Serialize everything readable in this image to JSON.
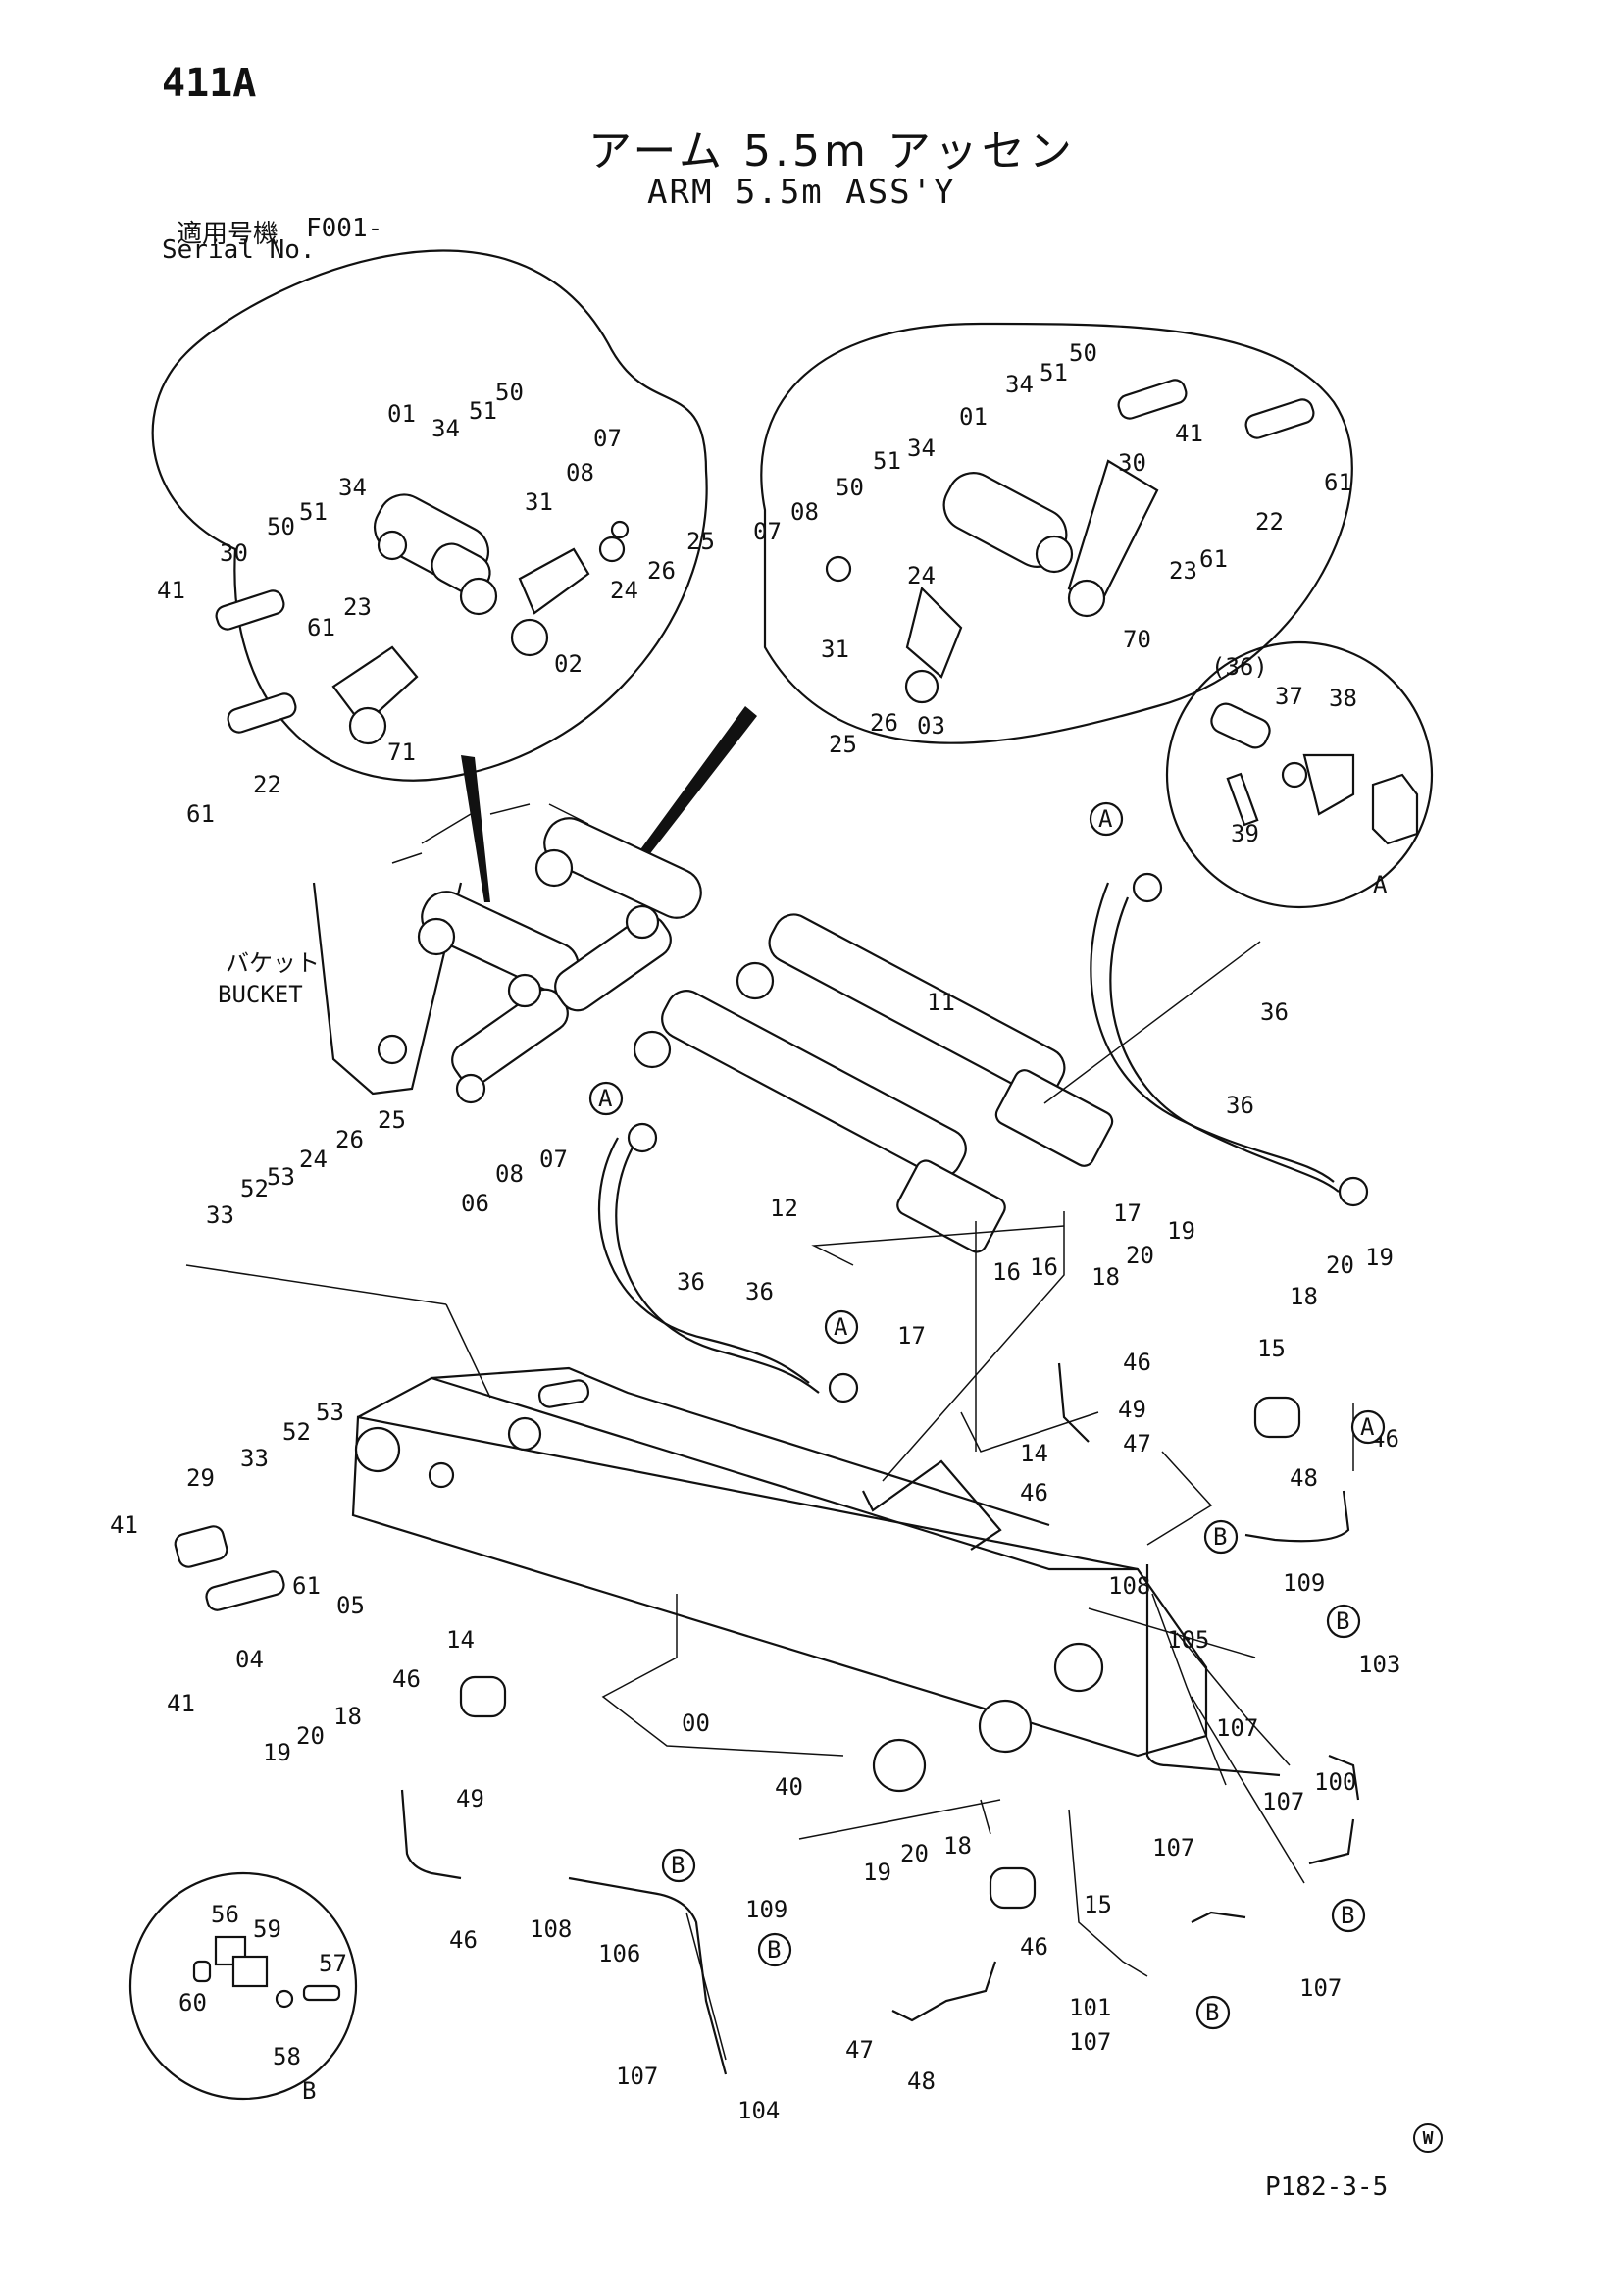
{
  "header": {
    "page_code": "411A",
    "title_jp": "アーム 5.5m アッセン",
    "title_en": "ARM 5.5m ASS'Y",
    "serial_label_jp": "適用号機",
    "serial_value": "F001-",
    "serial_label_en": "Serial No."
  },
  "footer": {
    "drawing_number": "P182-3-5",
    "mark": "W"
  },
  "diagram": {
    "bucket_label_jp": "バケット",
    "bucket_label_en": "BUCKET",
    "detail_a_label": "A",
    "detail_b_label": "B",
    "callout_a": "A",
    "callout_b": "B",
    "parts": [
      "00",
      "01",
      "02",
      "03",
      "04",
      "05",
      "06",
      "07",
      "08",
      "11",
      "12",
      "14",
      "15",
      "16",
      "17",
      "18",
      "19",
      "20",
      "22",
      "23",
      "24",
      "25",
      "26",
      "29",
      "30",
      "31",
      "33",
      "34",
      "36",
      "(36)",
      "37",
      "38",
      "39",
      "40",
      "41",
      "46",
      "47",
      "48",
      "49",
      "50",
      "51",
      "52",
      "53",
      "56",
      "57",
      "58",
      "59",
      "60",
      "61",
      "70",
      "71",
      "100",
      "101",
      "103",
      "104",
      "105",
      "106",
      "107",
      "108",
      "109"
    ]
  }
}
